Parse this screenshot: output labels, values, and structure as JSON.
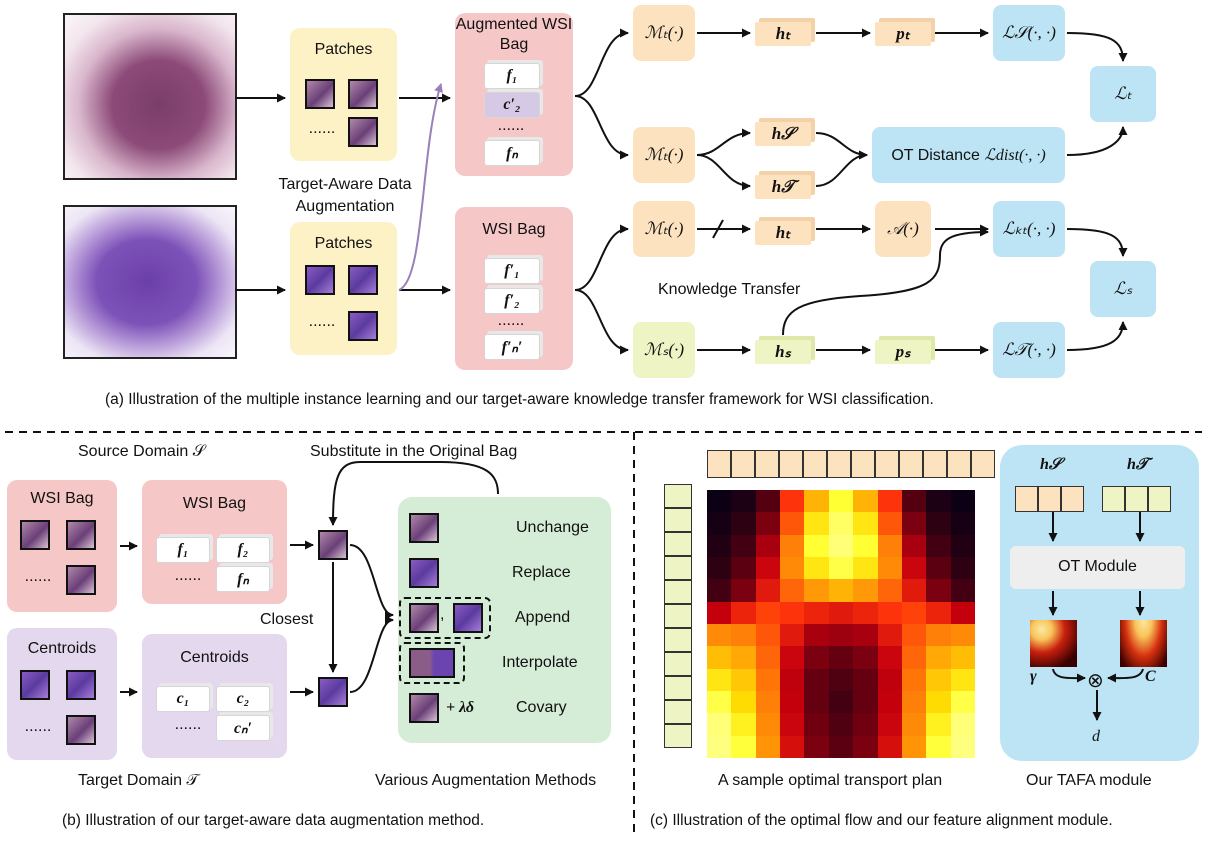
{
  "part_a": {
    "patches_top": "Patches",
    "patches_bottom": "Patches",
    "ellipsis": "......",
    "augmentation_label": "Target-Aware Data Augmentation",
    "augmented_bag_title": "Augmented WSI Bag",
    "aug_f1": "f₁",
    "aug_c2": "c′₂",
    "aug_fn": "fₙ",
    "wsi_bag_title": "WSI Bag",
    "bag_f1": "f′₁",
    "bag_f2": "f′₂",
    "bag_fn": "f′ₙ′",
    "mt_1": "ℳₜ(·)",
    "mt_2": "ℳₜ(·)",
    "mt_3": "ℳₜ(·)",
    "ms": "ℳₛ(·)",
    "ht_1": "hₜ",
    "ht_2": "hₜ",
    "pt": "pₜ",
    "hS": "h𝒮",
    "hT": "h𝒯",
    "hs": "hₛ",
    "ps": "pₛ",
    "A": "𝒜(·)",
    "LS": "ℒ𝒮(·, ·)",
    "LT": "ℒ𝒯(·, ·)",
    "Lkt": "ℒₖₜ(·, ·)",
    "Lt": "ℒₜ",
    "Ls": "ℒₛ",
    "ot_distance_text": "OT Distance",
    "ot_distance_math": "ℒdist(·, ·)",
    "knowledge_transfer": "Knowledge Transfer",
    "caption": "(a) Illustration of the multiple instance learning and our target-aware knowledge transfer framework for WSI classification."
  },
  "part_b": {
    "source_domain": "Source Domain 𝒮",
    "target_domain": "Target Domain 𝒯",
    "wsi_bag_left": "WSI Bag",
    "wsi_bag_right": "WSI Bag",
    "centroids_left": "Centroids",
    "centroids_right": "Centroids",
    "ellipsis": "......",
    "f1": "f₁",
    "f2": "f₂",
    "fn": "fₙ",
    "c1": "c₁",
    "c2": "c₂",
    "cn": "cₙ′",
    "closest": "Closest",
    "substitute": "Substitute in the Original Bag",
    "methods": [
      "Unchange",
      "Replace",
      "Append",
      "Interpolate",
      "Covary"
    ],
    "covary_term": "+ λδ",
    "methods_title": "Various Augmentation Methods",
    "caption": "(b) Illustration of our target-aware data augmentation method."
  },
  "part_c": {
    "heatmap_title": "A sample optimal transport plan",
    "hS": "h𝒮",
    "hT": "h𝒯",
    "ot_module": "OT Module",
    "gamma": "γ",
    "C": "C",
    "d": "d",
    "otimes": "⊗",
    "tafa_title": "Our TAFA module",
    "caption": "(c) Illustration of the optimal flow and our feature alignment module."
  },
  "colors": {
    "orange": "#fde2bf",
    "blue": "#bde4f4",
    "green": "#eef4c4",
    "pink": "#f6c7c7",
    "yellow": "#fdf1c6",
    "purple": "#e4d8ee",
    "mint": "#d5ecd6",
    "arrow_purple": "#9b7fb8"
  },
  "heatmap": {
    "rows": 12,
    "cols": 11,
    "values": [
      [
        0.02,
        0.05,
        0.15,
        0.45,
        0.7,
        0.85,
        0.7,
        0.45,
        0.15,
        0.05,
        0.02
      ],
      [
        0.04,
        0.08,
        0.22,
        0.52,
        0.8,
        0.92,
        0.8,
        0.52,
        0.22,
        0.08,
        0.04
      ],
      [
        0.06,
        0.12,
        0.3,
        0.6,
        0.85,
        0.95,
        0.85,
        0.6,
        0.3,
        0.12,
        0.06
      ],
      [
        0.08,
        0.16,
        0.36,
        0.62,
        0.8,
        0.88,
        0.8,
        0.62,
        0.36,
        0.16,
        0.08
      ],
      [
        0.12,
        0.22,
        0.4,
        0.55,
        0.65,
        0.7,
        0.65,
        0.55,
        0.4,
        0.22,
        0.12
      ],
      [
        0.35,
        0.42,
        0.48,
        0.45,
        0.42,
        0.4,
        0.42,
        0.45,
        0.48,
        0.42,
        0.35
      ],
      [
        0.62,
        0.6,
        0.52,
        0.4,
        0.3,
        0.28,
        0.3,
        0.4,
        0.52,
        0.6,
        0.62
      ],
      [
        0.72,
        0.68,
        0.55,
        0.36,
        0.22,
        0.18,
        0.22,
        0.36,
        0.55,
        0.68,
        0.72
      ],
      [
        0.8,
        0.74,
        0.58,
        0.34,
        0.18,
        0.14,
        0.18,
        0.34,
        0.58,
        0.74,
        0.8
      ],
      [
        0.88,
        0.78,
        0.6,
        0.35,
        0.18,
        0.12,
        0.18,
        0.35,
        0.6,
        0.78,
        0.88
      ],
      [
        0.95,
        0.82,
        0.62,
        0.36,
        0.2,
        0.14,
        0.2,
        0.36,
        0.62,
        0.82,
        0.95
      ],
      [
        0.96,
        0.86,
        0.64,
        0.38,
        0.22,
        0.16,
        0.22,
        0.38,
        0.64,
        0.86,
        0.96
      ]
    ]
  }
}
